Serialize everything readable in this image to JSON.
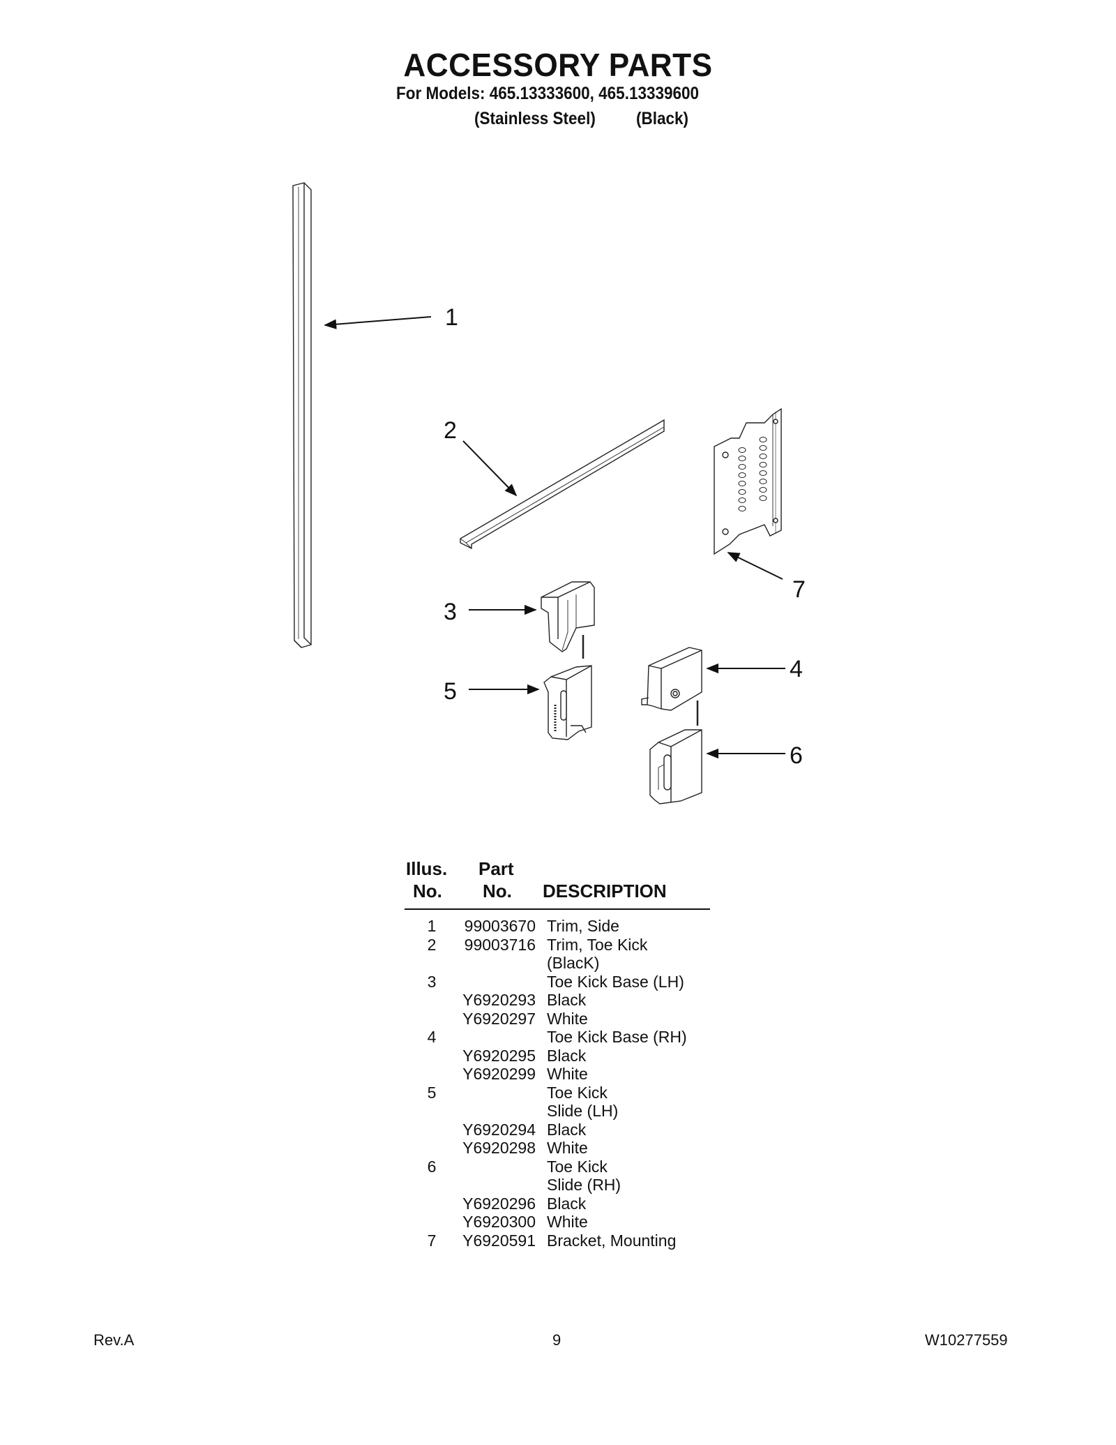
{
  "header": {
    "title": "ACCESSORY PARTS",
    "models_line": "For Models: 465.13333600, 465.13339600",
    "variant_1": "(Stainless Steel)",
    "variant_2": "(Black)"
  },
  "callouts": [
    "1",
    "2",
    "3",
    "4",
    "5",
    "6",
    "7"
  ],
  "table": {
    "headers": {
      "illus_line1": "Illus.",
      "illus_line2": "No.",
      "part_line1": "Part",
      "part_line2": "No.",
      "description": "DESCRIPTION"
    },
    "rows": [
      {
        "illus": "1",
        "part": "99003670",
        "desc": "Trim, Side"
      },
      {
        "illus": "2",
        "part": "99003716",
        "desc": "Trim, Toe Kick"
      },
      {
        "illus": "",
        "part": "",
        "desc": "(BlacK)"
      },
      {
        "illus": "3",
        "part": "",
        "desc": "Toe Kick Base (LH)"
      },
      {
        "illus": "",
        "part": "Y6920293",
        "desc": "Black"
      },
      {
        "illus": "",
        "part": "Y6920297",
        "desc": "White"
      },
      {
        "illus": "4",
        "part": "",
        "desc": "Toe Kick Base (RH)"
      },
      {
        "illus": "",
        "part": "Y6920295",
        "desc": "Black"
      },
      {
        "illus": "",
        "part": "Y6920299",
        "desc": "White"
      },
      {
        "illus": "5",
        "part": "",
        "desc": "Toe Kick"
      },
      {
        "illus": "",
        "part": "",
        "desc": "Slide (LH)"
      },
      {
        "illus": "",
        "part": "Y6920294",
        "desc": "Black"
      },
      {
        "illus": "",
        "part": "Y6920298",
        "desc": "White"
      },
      {
        "illus": "6",
        "part": "",
        "desc": "Toe Kick"
      },
      {
        "illus": "",
        "part": "",
        "desc": "Slide (RH)"
      },
      {
        "illus": "",
        "part": "Y6920296",
        "desc": "Black"
      },
      {
        "illus": "",
        "part": "Y6920300",
        "desc": "White"
      },
      {
        "illus": "7",
        "part": "Y6920591",
        "desc": "Bracket, Mounting"
      }
    ]
  },
  "footer": {
    "revision": "Rev.A",
    "page_number": "9",
    "document_number": "W10277559"
  }
}
